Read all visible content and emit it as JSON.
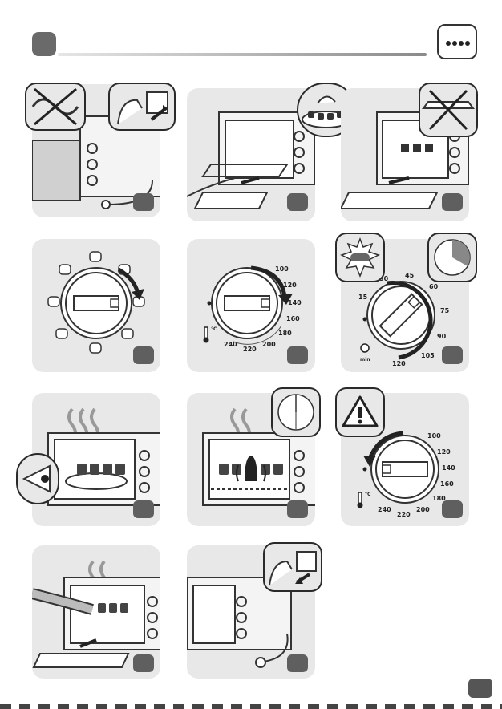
{
  "step_panels": [
    {
      "id": 1,
      "icon": "unplugged-cord-crossed-icon"
    },
    {
      "id": 2,
      "icon": "insert-rack-icon"
    },
    {
      "id": 3,
      "icon": "insert-tray-icon"
    },
    {
      "id": 4,
      "icon": "mode-dial-icon"
    },
    {
      "id": 5,
      "icon": "temperature-dial-icon"
    },
    {
      "id": 6,
      "icon": "timer-dial-icon"
    },
    {
      "id": 7,
      "icon": "watch-steam-icon"
    },
    {
      "id": 8,
      "icon": "heating-elements-icon"
    },
    {
      "id": 9,
      "icon": "turn-off-dial-icon"
    },
    {
      "id": 10,
      "icon": "remove-tray-icon"
    },
    {
      "id": 11,
      "icon": "unplug-icon"
    }
  ],
  "temperature_dial": {
    "marks": [
      "100",
      "120",
      "140",
      "160",
      "180",
      "200",
      "220",
      "240"
    ],
    "unit": "°C"
  },
  "timer_dial": {
    "marks": [
      "15",
      "30",
      "45",
      "60",
      "75",
      "90",
      "105",
      "120"
    ],
    "unit": "min"
  }
}
